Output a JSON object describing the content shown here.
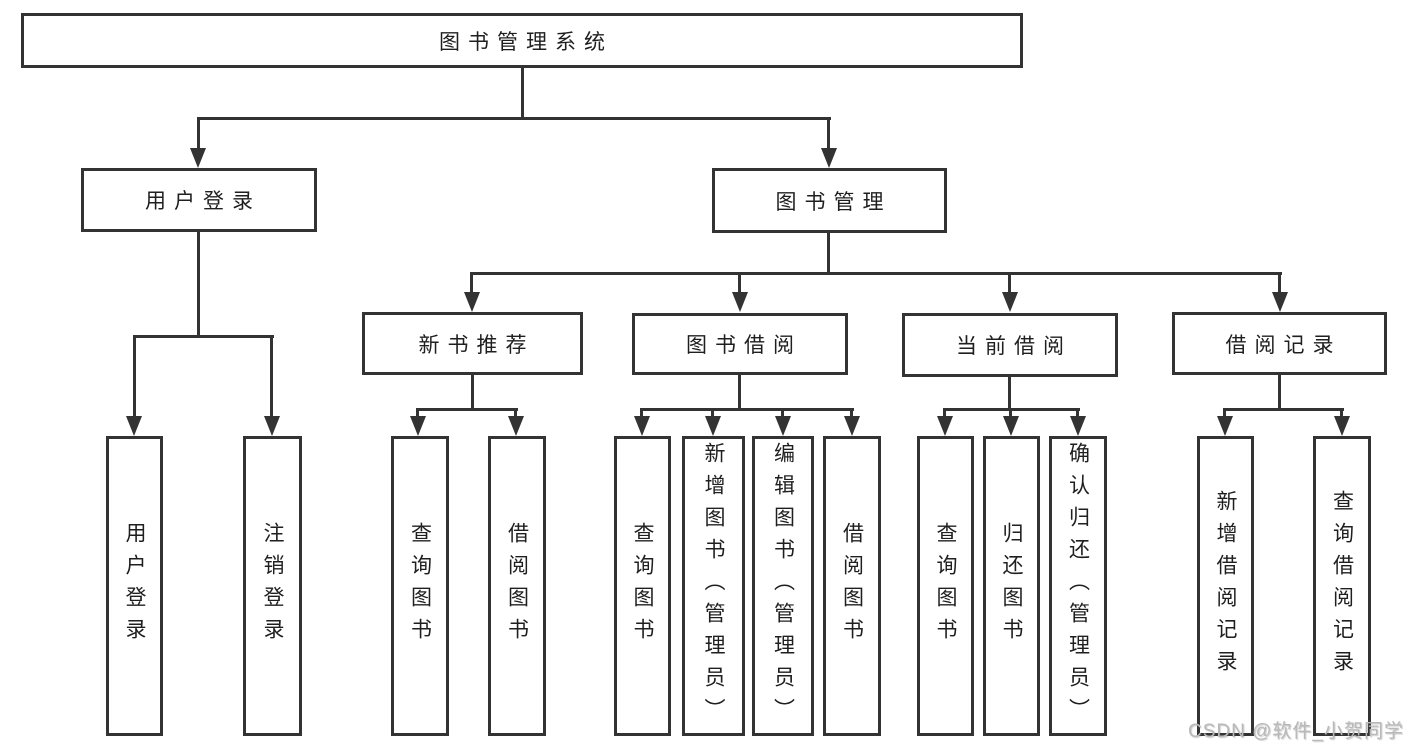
{
  "diagram_title": "图书管理系统",
  "tree": {
    "label": "图书管理系统",
    "children": [
      {
        "label": "用户登录",
        "children": [
          {
            "label": "用户登录"
          },
          {
            "label": "注销登录"
          }
        ]
      },
      {
        "label": "图书管理",
        "children": [
          {
            "label": "新书推荐",
            "children": [
              {
                "label": "查询图书"
              },
              {
                "label": "借阅图书"
              }
            ]
          },
          {
            "label": "图书借阅",
            "children": [
              {
                "label": "查询图书"
              },
              {
                "label": "新增图书（管理员）"
              },
              {
                "label": "编辑图书（管理员）"
              },
              {
                "label": "借阅图书"
              }
            ]
          },
          {
            "label": "当前借阅",
            "children": [
              {
                "label": "查询图书"
              },
              {
                "label": "归还图书"
              },
              {
                "label": "确认归还（管理员）"
              }
            ]
          },
          {
            "label": "借阅记录",
            "children": [
              {
                "label": "新增借阅记录"
              },
              {
                "label": "查询借阅记录"
              }
            ]
          }
        ]
      }
    ]
  },
  "watermark": {
    "text": "CSDN @软件_小贺同学"
  },
  "colors": {
    "line": "#333333",
    "box_fill": "#ffffff",
    "background": "#ffffff",
    "text": "#1f1f1f",
    "watermark": "#b9b9b9"
  }
}
